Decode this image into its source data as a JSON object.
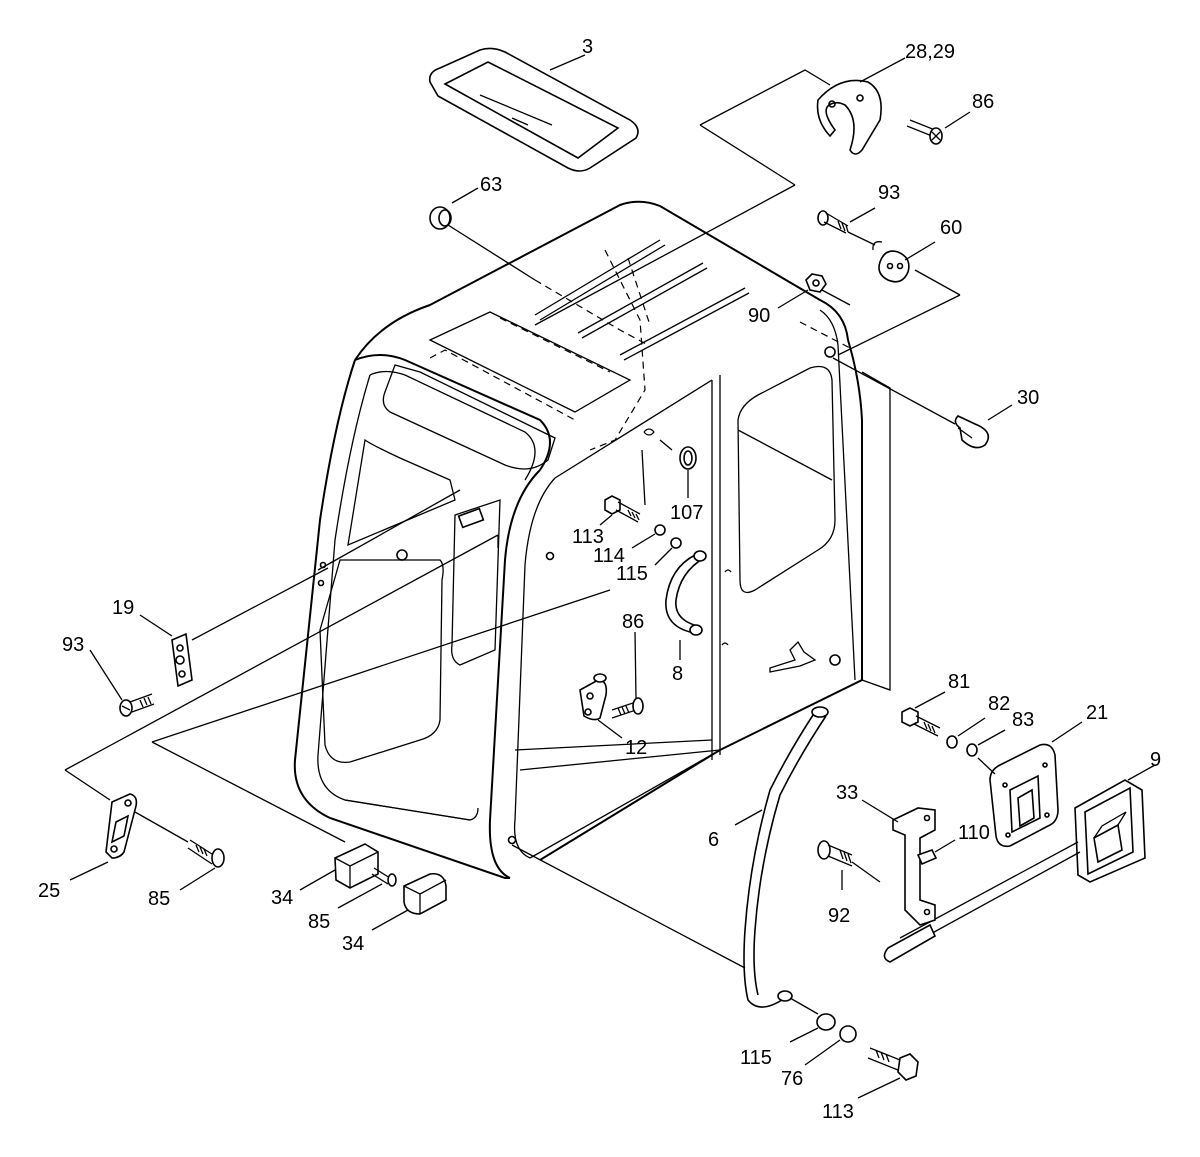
{
  "diagram": {
    "labels": {
      "p3": "3",
      "p28_29": "28,29",
      "p86_top": "86",
      "p63": "63",
      "p93_top": "93",
      "p60": "60",
      "p90": "90",
      "p30": "30",
      "p107": "107",
      "p113_mid": "113",
      "p114": "114",
      "p115_mid": "115",
      "p19": "19",
      "p93_left": "93",
      "p86_mid": "86",
      "p8": "8",
      "p12": "12",
      "p81": "81",
      "p82": "82",
      "p83": "83",
      "p21": "21",
      "p9": "9",
      "p33": "33",
      "p110": "110",
      "p6": "6",
      "p92": "92",
      "p25": "25",
      "p85_left": "85",
      "p34_a": "34",
      "p85_mid": "85",
      "p34_b": "34",
      "p115_bottom": "115",
      "p76": "76",
      "p113_bottom": "113"
    }
  }
}
